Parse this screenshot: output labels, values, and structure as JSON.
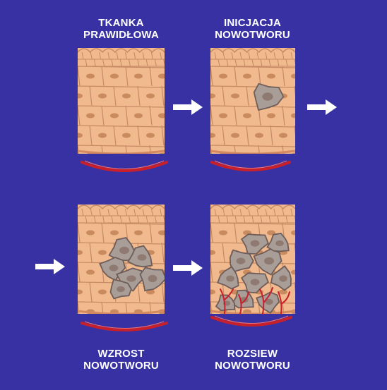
{
  "colors": {
    "background": "#3731a4",
    "tissue": "#f1b98e",
    "tissue_line": "#c58a64",
    "nucleus": "#c98a5e",
    "tumor_cell": "#a99d98",
    "tumor_outline": "#6e5d58",
    "tumor_nucleus": "#8f7a72",
    "vessel": "#c8202b",
    "arrow": "#ffffff"
  },
  "panels": [
    {
      "title": "TKANKA\nPRAWIDŁOWA",
      "stage": "normal"
    },
    {
      "title": "INICJACJA\nNOWOTWORU",
      "stage": "initiation"
    },
    {
      "title": "WZROST\nNOWOTWORU",
      "stage": "growth"
    },
    {
      "title": "ROZSIEW\nNOWOTWORU",
      "stage": "metastasis"
    }
  ],
  "arrow_icon": "right-arrow-icon"
}
